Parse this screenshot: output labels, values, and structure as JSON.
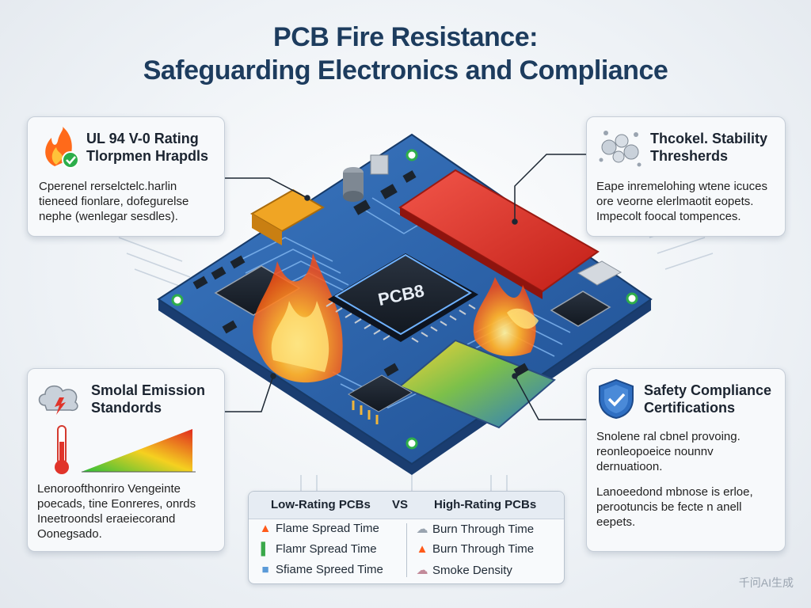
{
  "title": {
    "line1": "PCB Fire Resistance:",
    "line2": "Safeguarding Electronics and Compliance"
  },
  "chip_label": "PCB8",
  "cards": {
    "top_left": {
      "title_line1": "UL 94 V-0 Rating",
      "title_line2": "Tlorpmen Hrapdls",
      "body": [
        "Cperenel rerselctelc.harlin",
        "tieneed fionlare, dofegurelse",
        "nephe (wenlegar sesdles)."
      ],
      "icon": "flame-check-icon"
    },
    "top_right": {
      "title_line1": "Thcokel. Stability",
      "title_line2": "Thresherds",
      "body": [
        "Eape inremelohing wtene icuces",
        "ore veorne elerlmaotit eopets.",
        "Impecolt foocal tompences."
      ],
      "icon": "particles-icon"
    },
    "bottom_left": {
      "title_line1": "Smolal Emission",
      "title_line2": "Standords",
      "body": [
        "Lenoroofthonriro Vengeinte",
        "poecads, tine Eonreres, onrds",
        "Ineetroondsl eraeiecorand",
        "Oonegsado."
      ],
      "icon": "smoke-cloud-icon"
    },
    "bottom_right": {
      "title_line1": "Safety Compliance",
      "title_line2": "Certifications",
      "body1": [
        "Snolene ral cbnel provoing.",
        "reonleopoeice nounnv",
        "dernuatioon."
      ],
      "body2": [
        "Lanoeedond mbnose is erloe,",
        "perootuncis be fecte n anell",
        "eepets."
      ],
      "icon": "shield-check-icon"
    }
  },
  "comparison": {
    "left_header": "Low-Rating PCBs",
    "vs": "VS",
    "right_header": "High-Rating PCBs",
    "left_rows": [
      {
        "label": "Flame Spread Time",
        "icon": "flame-icon"
      },
      {
        "label": "Flamr Spread Time",
        "icon": "bar-icon"
      },
      {
        "label": "Sfiame Spreed Time",
        "icon": "cube-icon"
      }
    ],
    "right_rows": [
      {
        "label": "Burn Through Time",
        "icon": "cloud-icon"
      },
      {
        "label": "Burn Through Time",
        "icon": "flame-icon"
      },
      {
        "label": "Smoke Density",
        "icon": "smoke-icon"
      }
    ]
  },
  "watermark": "千问AI生成",
  "colors": {
    "title": "#1d3c5e",
    "board": "#2b5fa6",
    "trace": "#6fa8e8",
    "flame": "#ff6a1a",
    "hot_panel": "#e0342a",
    "shield": "#2f6fc2"
  }
}
